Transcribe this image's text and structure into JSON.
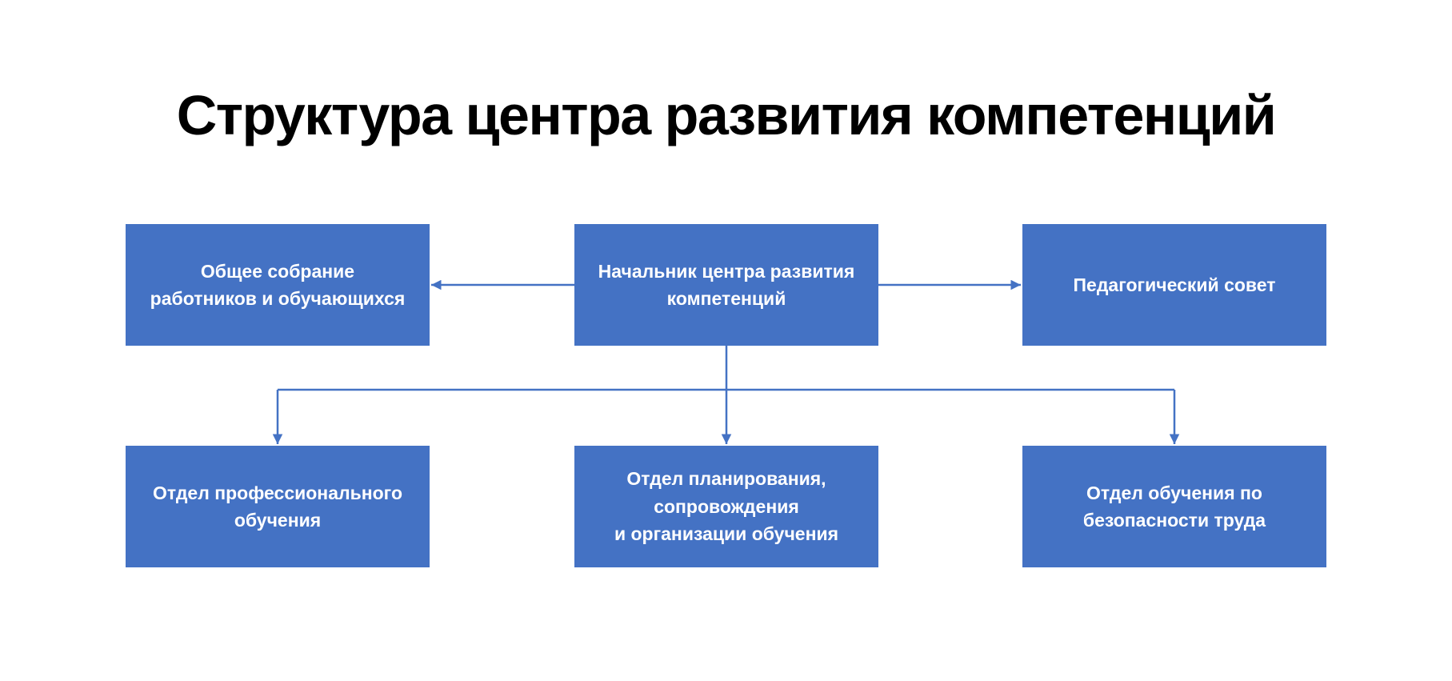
{
  "title": "Структура центра развития компетенций",
  "colors": {
    "node_fill": "#4472C4",
    "connector": "#4472C4",
    "node_text": "#ffffff",
    "title_text": "#000000",
    "background": "#ffffff"
  },
  "nodes": {
    "general_assembly": {
      "label": "Общее собрание\nработников и обучающихся"
    },
    "head_of_center": {
      "label": "Начальник центра развития\nкомпетенций"
    },
    "pedagogical_council": {
      "label": "Педагогический совет"
    },
    "vocational_training_dept": {
      "label": "Отдел профессионального\nобучения"
    },
    "planning_support_dept": {
      "label": "Отдел планирования,\nсопровождения\nи организации обучения"
    },
    "labor_safety_dept": {
      "label": "Отдел обучения по\nбезопасности труда"
    }
  }
}
